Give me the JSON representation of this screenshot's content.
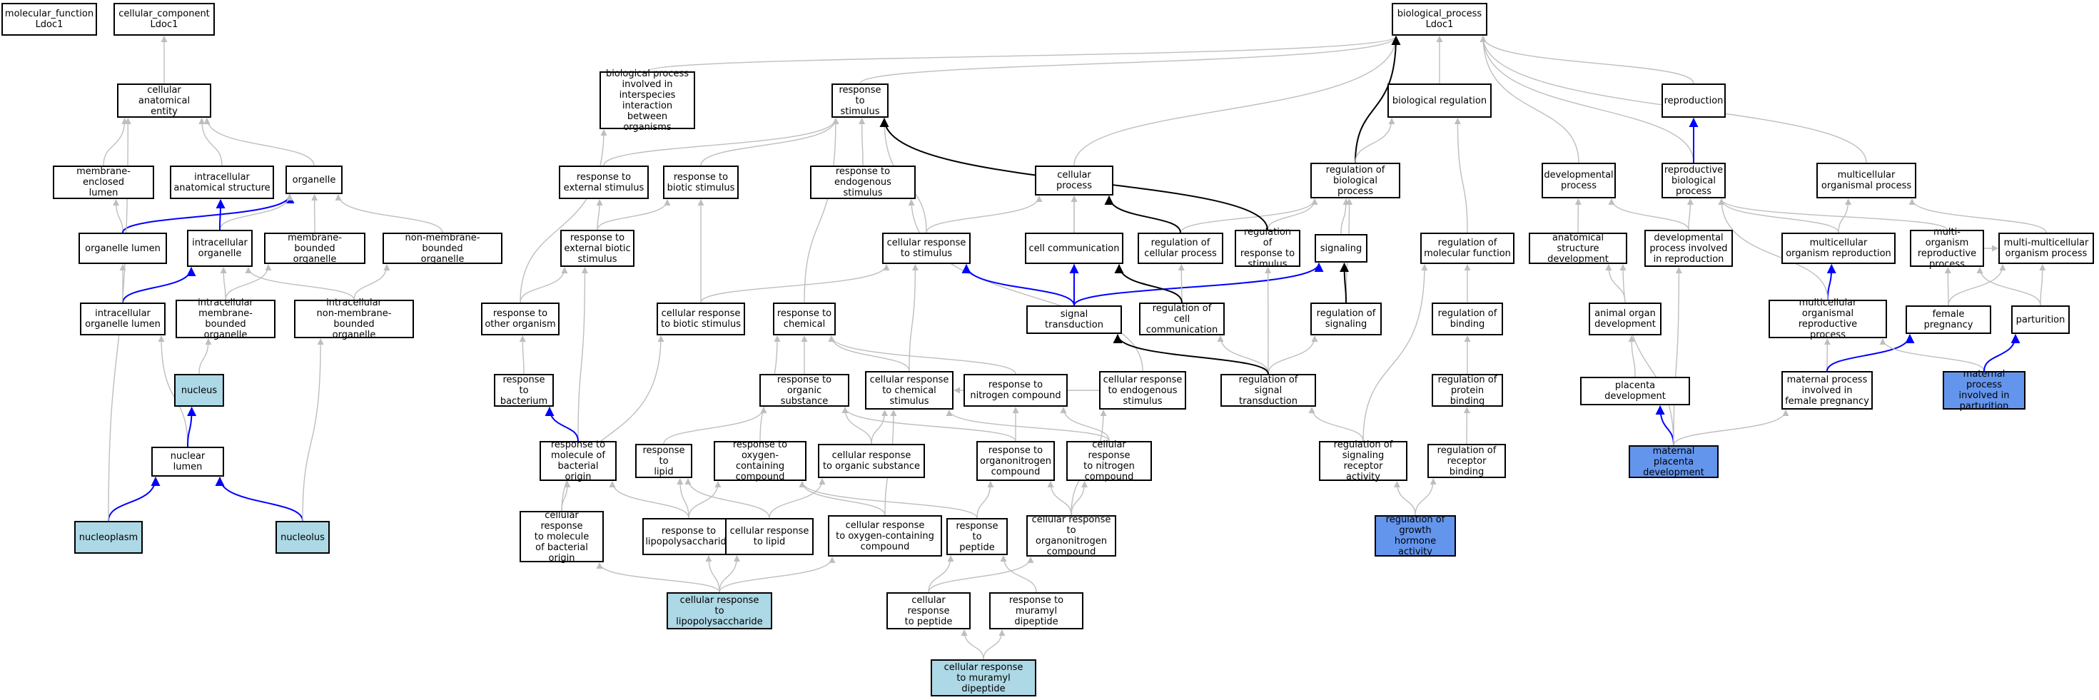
{
  "colors": {
    "edge_default": "#bebebe",
    "edge_part_of": "#0000ff",
    "edge_regulates": "#000000",
    "highlight_light": "#add8e6",
    "highlight_dark": "#6495ed"
  },
  "nodes": {
    "mf": "molecular_function\nLdoc1",
    "cc": "cellular_component\nLdoc1",
    "bp": "biological_process\nLdoc1",
    "cae": "cellular anatomical\nentity",
    "bpinter": "biological process\ninvolved in\ninterspecies\ninteraction\nbetween organisms",
    "rstim": "response to\nstimulus",
    "breg": "biological regulation",
    "repro": "reproduction",
    "mel": "membrane-enclosed\nlumen",
    "ias": "intracellular\nanatomical structure",
    "organelle": "organelle",
    "rext": "response to\nexternal stimulus",
    "rbio": "response to\nbiotic stimulus",
    "rendo": "response to\nendogenous stimulus",
    "cproc": "cellular process",
    "rbp": "regulation of\nbiological process",
    "devproc": "developmental\nprocess",
    "reprobp": "reproductive\nbiological\nprocess",
    "mcop": "multicellular\norganismal process",
    "olumen": "organelle lumen",
    "io": "intracellular\norganelle",
    "mbo": "membrane-bounded\norganelle",
    "nmbo": "non-membrane-bounded\norganelle",
    "rebs": "response to\nexternal biotic\nstimulus",
    "crstim": "cellular response\nto stimulus",
    "ccomm": "cell communication",
    "rcp": "regulation of\ncellular process",
    "rrstim": "regulation of\nresponse to\nstimulus",
    "signaling": "signaling",
    "rmf": "regulation of\nmolecular function",
    "asd": "anatomical structure\ndevelopment",
    "dpir": "developmental\nprocess involved\nin reproduction",
    "mor": "multicellular\norganism reproduction",
    "morp": "multi-organism\nreproductive\nprocess",
    "mmop": "multi-multicellular\norganism process",
    "iol": "intracellular\norganelle lumen",
    "imbo": "intracellular\nmembrane-bounded\norganelle",
    "inmbo": "intracellular\nnon-membrane-bounded\norganelle",
    "roo": "response to\nother organism",
    "crbs": "cellular response\nto biotic stimulus",
    "rchem": "response to\nchemical",
    "st": "signal transduction",
    "rcc": "regulation of\ncell communication",
    "rsig": "regulation of\nsignaling",
    "rbind": "regulation of\nbinding",
    "aod": "animal organ\ndevelopment",
    "morpp": "multicellular\norganismal reproductive\nprocess",
    "fp": "female pregnancy",
    "parturition": "parturition",
    "nucleus": "nucleus",
    "rbact": "response to\nbacterium",
    "ros": "response to\norganic substance",
    "crcs": "cellular response\nto chemical\nstimulus",
    "rnc": "response to\nnitrogen compound",
    "cres": "cellular response\nto endogenous\nstimulus",
    "rst": "regulation of\nsignal transduction",
    "rpb": "regulation of\nprotein binding",
    "pd": "placenta development",
    "mpifp": "maternal process\ninvolved in\nfemale pregnancy",
    "mpip": "maternal process\ninvolved in\nparturition",
    "nl": "nuclear lumen",
    "rmbo": "response to\nmolecule of\nbacterial origin",
    "rlipid": "response to\nlipid",
    "rocc": "response to\noxygen-containing\ncompound",
    "cros": "cellular response\nto organic substance",
    "ronc": "response to\norganonitrogen\ncompound",
    "crnc": "cellular response\nto nitrogen\ncompound",
    "rsra": "regulation of\nsignaling receptor\nactivity",
    "rrb": "regulation of\nreceptor binding",
    "mpd": "maternal placenta\ndevelopment",
    "nucleoplasm": "nucleoplasm",
    "nucleolus": "nucleolus",
    "crmbo": "cellular response\nto molecule\nof bacterial\norigin",
    "rlps": "response to\nlipopolysaccharide",
    "crl": "cellular response\nto lipid",
    "crocc": "cellular response\nto oxygen-containing\ncompound",
    "rpep": "response to\npeptide",
    "cronc": "cellular response\nto organonitrogen\ncompound",
    "rghra": "regulation of\ngrowth hormone\nactivity",
    "crlps": "cellular response\nto lipopolysaccharide",
    "crpep": "cellular response\nto peptide",
    "rmdp": "response to\nmuramyl dipeptide",
    "crmdp": "cellular response\nto muramyl dipeptide"
  },
  "edges": [
    [
      "cae",
      "cc",
      "is_a"
    ],
    [
      "mel",
      "cae",
      "is_a"
    ],
    [
      "ias",
      "cae",
      "is_a"
    ],
    [
      "organelle",
      "cae",
      "is_a"
    ],
    [
      "olumen",
      "mel",
      "is_a"
    ],
    [
      "olumen",
      "organelle",
      "part_of"
    ],
    [
      "io",
      "organelle",
      "is_a"
    ],
    [
      "io",
      "ias",
      "part_of"
    ],
    [
      "mbo",
      "organelle",
      "is_a"
    ],
    [
      "nmbo",
      "organelle",
      "is_a"
    ],
    [
      "iol",
      "olumen",
      "is_a"
    ],
    [
      "iol",
      "io",
      "part_of"
    ],
    [
      "imbo",
      "io",
      "is_a"
    ],
    [
      "imbo",
      "mbo",
      "is_a"
    ],
    [
      "inmbo",
      "io",
      "is_a"
    ],
    [
      "inmbo",
      "nmbo",
      "is_a"
    ],
    [
      "nucleus",
      "imbo",
      "is_a"
    ],
    [
      "nl",
      "iol",
      "is_a"
    ],
    [
      "nl",
      "nucleus",
      "part_of"
    ],
    [
      "nucleoplasm",
      "nl",
      "part_of"
    ],
    [
      "nucleoplasm",
      "cae",
      "is_a"
    ],
    [
      "nucleolus",
      "nl",
      "part_of"
    ],
    [
      "nucleolus",
      "inmbo",
      "is_a"
    ],
    [
      "bpinter",
      "bp",
      "is_a"
    ],
    [
      "rstim",
      "bp",
      "is_a"
    ],
    [
      "breg",
      "bp",
      "is_a"
    ],
    [
      "repro",
      "bp",
      "is_a"
    ],
    [
      "cproc",
      "bp",
      "is_a"
    ],
    [
      "rbp",
      "bp",
      "regulates"
    ],
    [
      "devproc",
      "bp",
      "is_a"
    ],
    [
      "mcop",
      "bp",
      "is_a"
    ],
    [
      "reprobp",
      "bp",
      "is_a"
    ],
    [
      "reprobp",
      "repro",
      "part_of"
    ],
    [
      "rext",
      "rstim",
      "is_a"
    ],
    [
      "rbio",
      "rstim",
      "is_a"
    ],
    [
      "rendo",
      "rstim",
      "is_a"
    ],
    [
      "rebs",
      "rext",
      "is_a"
    ],
    [
      "rebs",
      "rbio",
      "is_a"
    ],
    [
      "roo",
      "rebs",
      "is_a"
    ],
    [
      "roo",
      "bpinter",
      "is_a"
    ],
    [
      "crbs",
      "rbio",
      "is_a"
    ],
    [
      "crbs",
      "crstim",
      "is_a"
    ],
    [
      "crstim",
      "rstim",
      "is_a"
    ],
    [
      "crstim",
      "cproc",
      "is_a"
    ],
    [
      "rchem",
      "rstim",
      "is_a"
    ],
    [
      "rbact",
      "roo",
      "is_a"
    ],
    [
      "rmbo",
      "rebs",
      "is_a"
    ],
    [
      "rmbo",
      "rbact",
      "part_of"
    ],
    [
      "ros",
      "rchem",
      "is_a"
    ],
    [
      "crcs",
      "rchem",
      "is_a"
    ],
    [
      "crcs",
      "crstim",
      "is_a"
    ],
    [
      "rnc",
      "rchem",
      "is_a"
    ],
    [
      "cres",
      "rendo",
      "is_a"
    ],
    [
      "cres",
      "crcs",
      "is_a"
    ],
    [
      "rlipid",
      "ros",
      "is_a"
    ],
    [
      "rocc",
      "rchem",
      "is_a"
    ],
    [
      "cros",
      "ros",
      "is_a"
    ],
    [
      "cros",
      "crcs",
      "is_a"
    ],
    [
      "ronc",
      "ros",
      "is_a"
    ],
    [
      "ronc",
      "rnc",
      "is_a"
    ],
    [
      "crnc",
      "rnc",
      "is_a"
    ],
    [
      "crnc",
      "crcs",
      "is_a"
    ],
    [
      "crmbo",
      "rmbo",
      "is_a"
    ],
    [
      "crmbo",
      "crbs",
      "is_a"
    ],
    [
      "rlps",
      "rmbo",
      "is_a"
    ],
    [
      "rlps",
      "rlipid",
      "is_a"
    ],
    [
      "rlps",
      "rocc",
      "is_a"
    ],
    [
      "crl",
      "rlipid",
      "is_a"
    ],
    [
      "crl",
      "cros",
      "is_a"
    ],
    [
      "crocc",
      "rocc",
      "is_a"
    ],
    [
      "crocc",
      "crcs",
      "is_a"
    ],
    [
      "rpep",
      "ronc",
      "is_a"
    ],
    [
      "rpep",
      "rocc",
      "is_a"
    ],
    [
      "cronc",
      "ronc",
      "is_a"
    ],
    [
      "cronc",
      "crnc",
      "is_a"
    ],
    [
      "cronc",
      "cres",
      "is_a"
    ],
    [
      "crlps",
      "rlps",
      "is_a"
    ],
    [
      "crlps",
      "crl",
      "is_a"
    ],
    [
      "crlps",
      "crocc",
      "is_a"
    ],
    [
      "crlps",
      "crmbo",
      "is_a"
    ],
    [
      "crpep",
      "rpep",
      "is_a"
    ],
    [
      "crpep",
      "cronc",
      "is_a"
    ],
    [
      "rmdp",
      "rpep",
      "is_a"
    ],
    [
      "crmdp",
      "crpep",
      "is_a"
    ],
    [
      "crmdp",
      "rmdp",
      "is_a"
    ],
    [
      "rbp",
      "breg",
      "is_a"
    ],
    [
      "ccomm",
      "cproc",
      "is_a"
    ],
    [
      "rcp",
      "rbp",
      "is_a"
    ],
    [
      "rcp",
      "cproc",
      "regulates"
    ],
    [
      "rrstim",
      "rbp",
      "is_a"
    ],
    [
      "rrstim",
      "rstim",
      "regulates"
    ],
    [
      "signaling",
      "rbp",
      "is_a"
    ],
    [
      "rmf",
      "breg",
      "is_a"
    ],
    [
      "st",
      "cproc",
      "is_a"
    ],
    [
      "st",
      "crstim",
      "part_of"
    ],
    [
      "st",
      "ccomm",
      "part_of"
    ],
    [
      "st",
      "signaling",
      "part_of"
    ],
    [
      "rcc",
      "rcp",
      "is_a"
    ],
    [
      "rcc",
      "ccomm",
      "regulates"
    ],
    [
      "rsig",
      "rbp",
      "is_a"
    ],
    [
      "rsig",
      "signaling",
      "regulates"
    ],
    [
      "rst",
      "rsig",
      "is_a"
    ],
    [
      "rst",
      "rcc",
      "is_a"
    ],
    [
      "rst",
      "rrstim",
      "is_a"
    ],
    [
      "rst",
      "st",
      "regulates"
    ],
    [
      "rbind",
      "rmf",
      "is_a"
    ],
    [
      "rpb",
      "rbind",
      "is_a"
    ],
    [
      "rsra",
      "rmf",
      "is_a"
    ],
    [
      "rsra",
      "rst",
      "is_a"
    ],
    [
      "rrb",
      "rpb",
      "is_a"
    ],
    [
      "rghra",
      "rsra",
      "is_a"
    ],
    [
      "rghra",
      "rrb",
      "is_a"
    ],
    [
      "asd",
      "devproc",
      "is_a"
    ],
    [
      "dpir",
      "devproc",
      "is_a"
    ],
    [
      "dpir",
      "reprobp",
      "is_a"
    ],
    [
      "mor",
      "reprobp",
      "is_a"
    ],
    [
      "mor",
      "mcop",
      "is_a"
    ],
    [
      "morp",
      "reprobp",
      "is_a"
    ],
    [
      "morp",
      "mmop",
      "is_a"
    ],
    [
      "mmop",
      "mcop",
      "is_a"
    ],
    [
      "morpp",
      "mor",
      "part_of"
    ],
    [
      "morpp",
      "reprobp",
      "is_a"
    ],
    [
      "aod",
      "asd",
      "is_a"
    ],
    [
      "fp",
      "morp",
      "is_a"
    ],
    [
      "fp",
      "mmop",
      "is_a"
    ],
    [
      "parturition",
      "morp",
      "is_a"
    ],
    [
      "parturition",
      "mmop",
      "is_a"
    ],
    [
      "pd",
      "aod",
      "is_a"
    ],
    [
      "mpifp",
      "morpp",
      "is_a"
    ],
    [
      "mpifp",
      "fp",
      "part_of"
    ],
    [
      "mpip",
      "morpp",
      "is_a"
    ],
    [
      "mpip",
      "parturition",
      "part_of"
    ],
    [
      "mpd",
      "pd",
      "part_of"
    ],
    [
      "mpd",
      "asd",
      "is_a"
    ],
    [
      "mpd",
      "dpir",
      "is_a"
    ],
    [
      "mpd",
      "mpifp",
      "is_a"
    ]
  ]
}
